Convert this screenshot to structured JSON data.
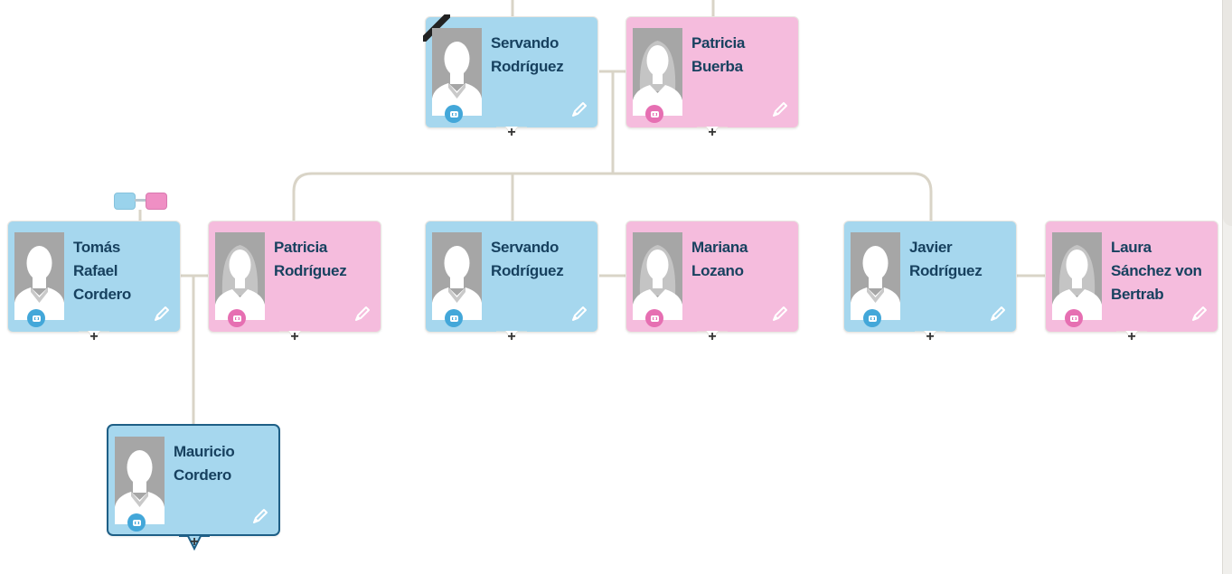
{
  "colors": {
    "male_card": "#a6d7ee",
    "female_card": "#f5bcdd",
    "name_text": "#17415f",
    "connector": "#d9d4c7",
    "selected_border": "#1e5f86"
  },
  "tree": {
    "people": [
      {
        "id": "p1",
        "first": "Servando",
        "last": "Rodríguez",
        "gender": "male",
        "deceased": true
      },
      {
        "id": "p2",
        "first": "Patricia",
        "last": "Buerba",
        "gender": "female"
      },
      {
        "id": "p3",
        "first": "Tomás",
        "middle": "Rafael",
        "last": "Cordero",
        "gender": "male"
      },
      {
        "id": "p4",
        "first": "Patricia",
        "last": "Rodríguez",
        "gender": "female"
      },
      {
        "id": "p5",
        "first": "Servando",
        "last": "Rodríguez",
        "gender": "male"
      },
      {
        "id": "p6",
        "first": "Mariana",
        "last": "Lozano",
        "gender": "female"
      },
      {
        "id": "p7",
        "first": "Javier",
        "last": "Rodríguez",
        "gender": "male"
      },
      {
        "id": "p8",
        "first": "Laura",
        "middle": "Sánchez von",
        "last": "Bertrab",
        "gender": "female"
      },
      {
        "id": "p9",
        "first": "Mauricio",
        "last": "Cordero",
        "gender": "male",
        "selected": true
      }
    ],
    "add_label": "+"
  }
}
